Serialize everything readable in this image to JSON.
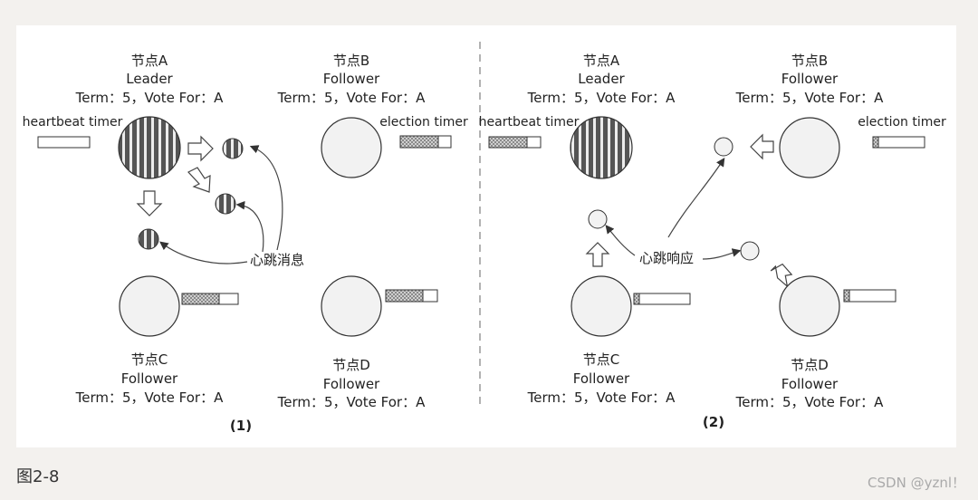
{
  "nodes": {
    "a": {
      "name": "节点A",
      "role": "Leader",
      "term": "Term：5，Vote For：A"
    },
    "b": {
      "name": "节点B",
      "role": "Follower",
      "term": "Term：5，Vote For：A"
    },
    "c": {
      "name": "节点C",
      "role": "Follower",
      "term": "Term：5，Vote For：A"
    },
    "d": {
      "name": "节点D",
      "role": "Follower",
      "term": "Term：5，Vote For：A"
    }
  },
  "timers": {
    "heartbeat": "heartbeat timer",
    "election": "election timer"
  },
  "messages": {
    "heartbeat": "心跳消息",
    "heartbeat_response": "心跳响应"
  },
  "panels": {
    "left_label": "(1)",
    "right_label": "(2)"
  },
  "caption": "图2-8",
  "watermark": "CSDN @yznl！"
}
